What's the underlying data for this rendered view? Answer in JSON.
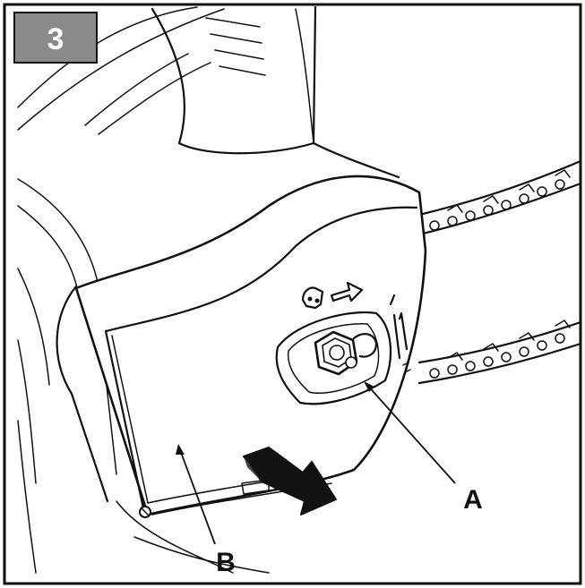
{
  "step_badge": {
    "number": "3",
    "color": "#8a8a8a"
  },
  "callouts": [
    {
      "id": "A",
      "label": "A"
    },
    {
      "id": "B",
      "label": "B"
    }
  ],
  "icons": {
    "chain_direction": "chain-direction-arrow-icon",
    "tension": "tension-adjust-icon",
    "removal": "removal-direction-arrow-icon"
  }
}
